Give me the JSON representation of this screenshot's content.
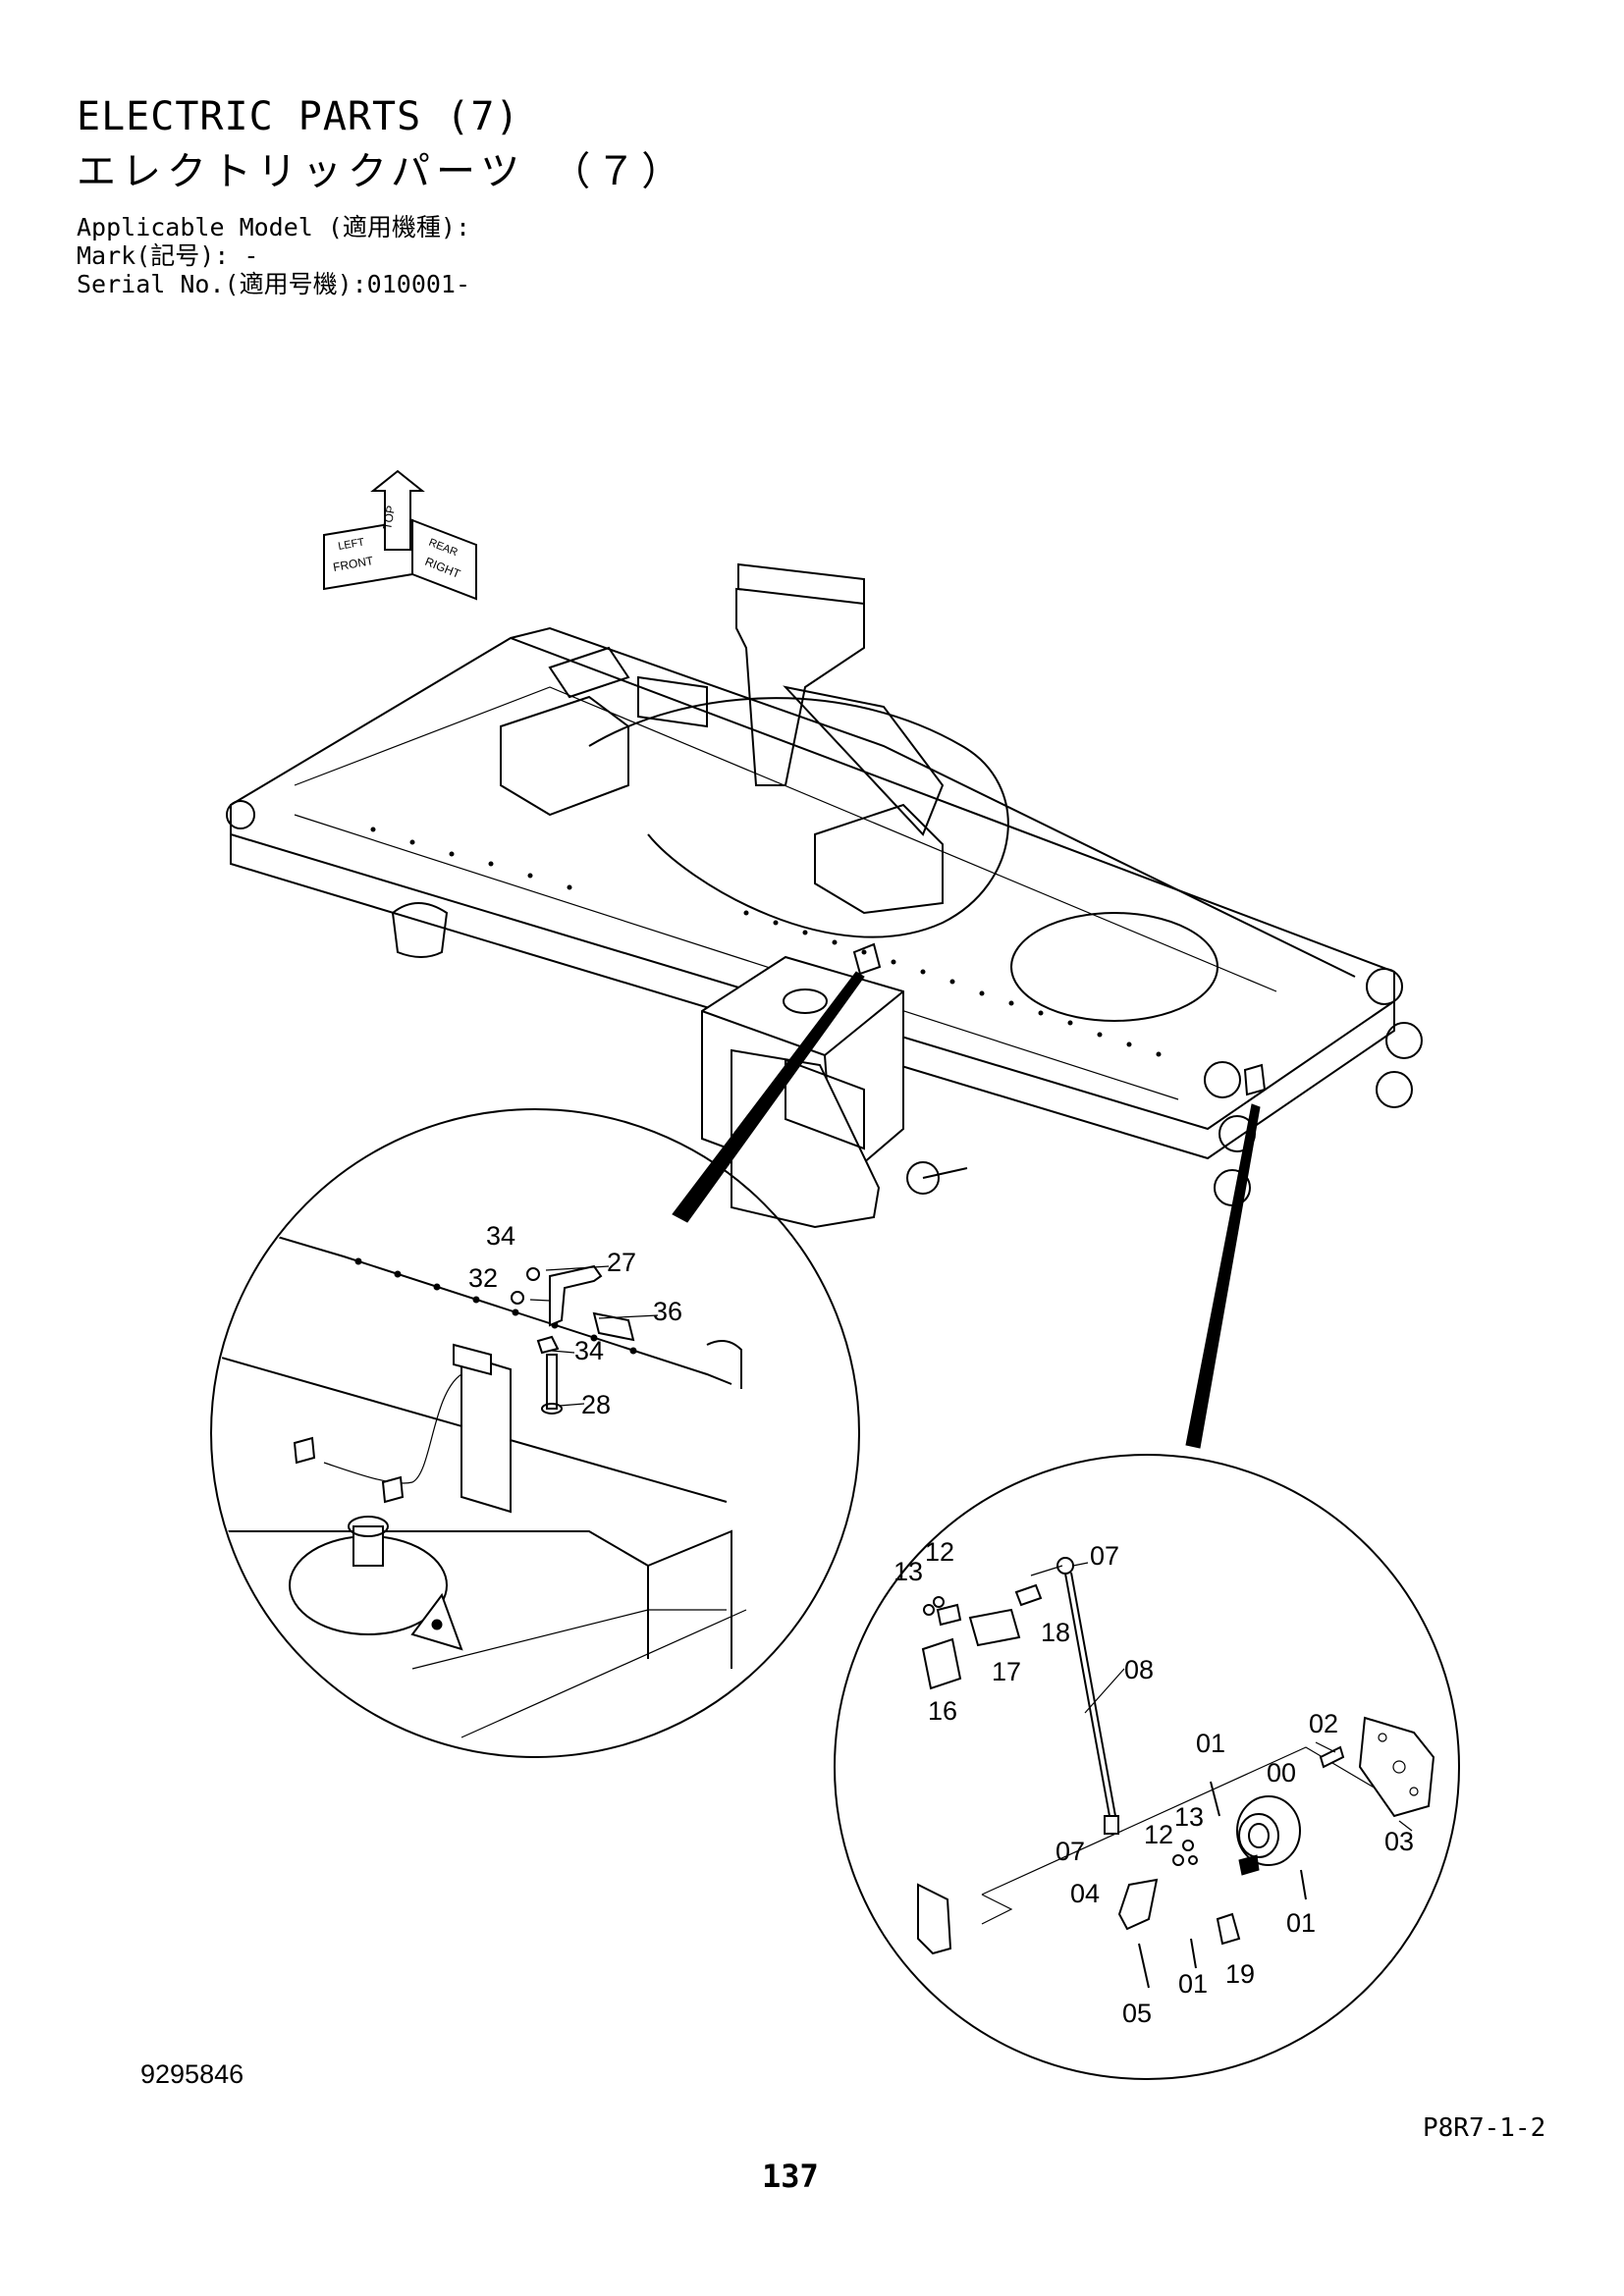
{
  "header": {
    "title_en": "ELECTRIC PARTS (7)",
    "title_jp": "エレクトリックパーツ　（７）",
    "applicable_model": "Applicable Model (適用機種):",
    "mark": "Mark(記号): -",
    "serial_no": "Serial No.(適用号機):010001-"
  },
  "orientation": {
    "top": "TOP",
    "front": "FRONT",
    "right": "RIGHT",
    "left": "LEFT",
    "rear": "REAR"
  },
  "callouts_left": [
    "34",
    "27",
    "32",
    "36",
    "34",
    "28"
  ],
  "callouts_right": [
    "13",
    "12",
    "07",
    "18",
    "17",
    "16",
    "08",
    "01",
    "02",
    "00",
    "13",
    "12",
    "07",
    "04",
    "03",
    "01",
    "01",
    "19",
    "05"
  ],
  "footer": {
    "drawing_number": "9295846",
    "figure_code": "P8R7-1-2",
    "page_number": "137"
  }
}
